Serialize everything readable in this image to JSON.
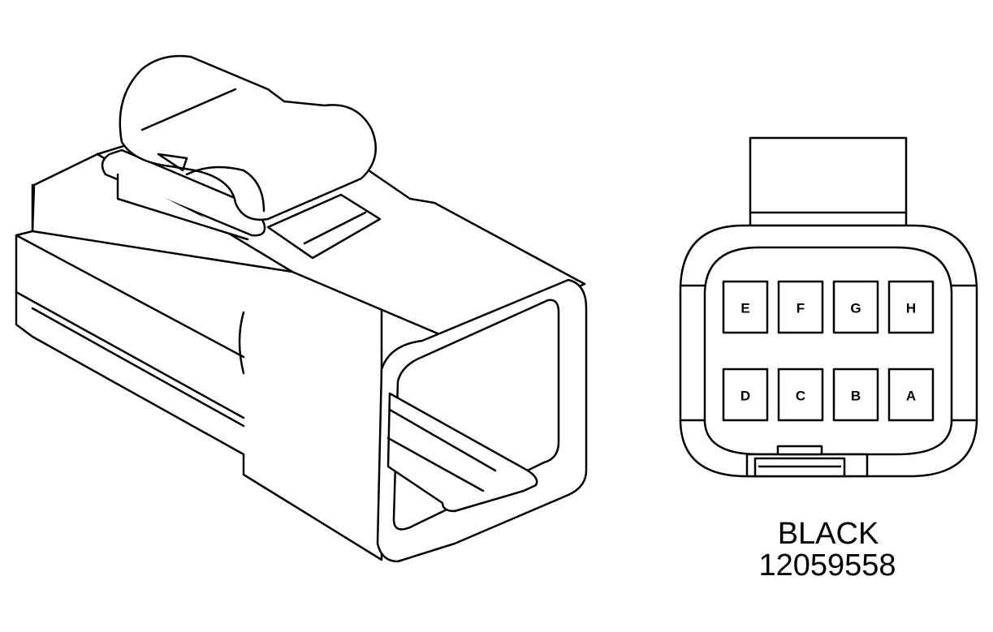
{
  "connector": {
    "color_label": "BLACK",
    "part_number": "12059558",
    "pins_top_row": [
      "E",
      "F",
      "G",
      "H"
    ],
    "pins_bottom_row": [
      "D",
      "C",
      "B",
      "A"
    ]
  },
  "colors": {
    "line": "#000000",
    "background": "#ffffff"
  }
}
